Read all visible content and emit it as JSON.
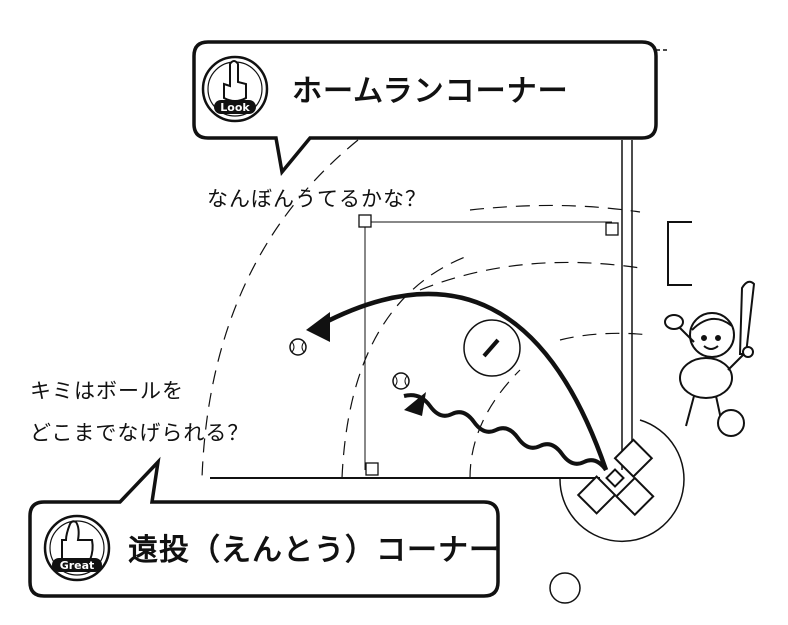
{
  "top_panel": {
    "badge": "Look",
    "badge_icon": "pointing-finger-icon",
    "title": "ホームランコーナー",
    "caption": "なんぼんうてるかな？"
  },
  "bottom_panel": {
    "badge": "Great",
    "badge_icon": "thumbs-up-icon",
    "title": "遠投（えんとう）コーナー",
    "caption_line1": "キミはボールを",
    "caption_line2": "どこまでなげられる？"
  },
  "colors": {
    "ink": "#111111",
    "paper": "#ffffff"
  }
}
